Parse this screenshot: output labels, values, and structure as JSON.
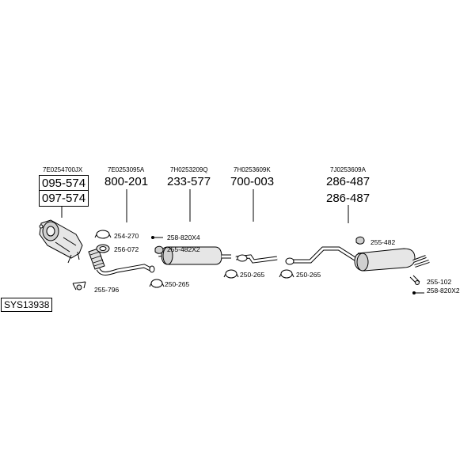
{
  "system_code": "SYS13938",
  "groups": [
    {
      "id": "cat",
      "oe": "7E0254700JX",
      "parts": [
        "095-574",
        "097-574"
      ],
      "boxed": true
    },
    {
      "id": "front",
      "oe": "7E0253095A",
      "parts": [
        "800-201"
      ],
      "boxed": false
    },
    {
      "id": "mid1",
      "oe": "7H0253209Q",
      "parts": [
        "233-577"
      ],
      "boxed": false
    },
    {
      "id": "mid2",
      "oe": "7H0253609K",
      "parts": [
        "700-003"
      ],
      "boxed": false
    },
    {
      "id": "rear",
      "oe": "7J0253609A",
      "parts": [
        "286-487",
        "286-487"
      ],
      "boxed": false
    }
  ],
  "accessories": [
    {
      "id": "a1",
      "code": "254-270"
    },
    {
      "id": "a2",
      "code": "256-072"
    },
    {
      "id": "a3",
      "code": "255-796"
    },
    {
      "id": "a4",
      "code": "258-820X4"
    },
    {
      "id": "a5",
      "code": "255-482X2"
    },
    {
      "id": "a6",
      "code": "250-265"
    },
    {
      "id": "a7",
      "code": "250-265"
    },
    {
      "id": "a8",
      "code": "250-265"
    },
    {
      "id": "a9",
      "code": "255-482"
    },
    {
      "id": "a10",
      "code": "255-102"
    },
    {
      "id": "a11",
      "code": "258-820X2"
    }
  ]
}
